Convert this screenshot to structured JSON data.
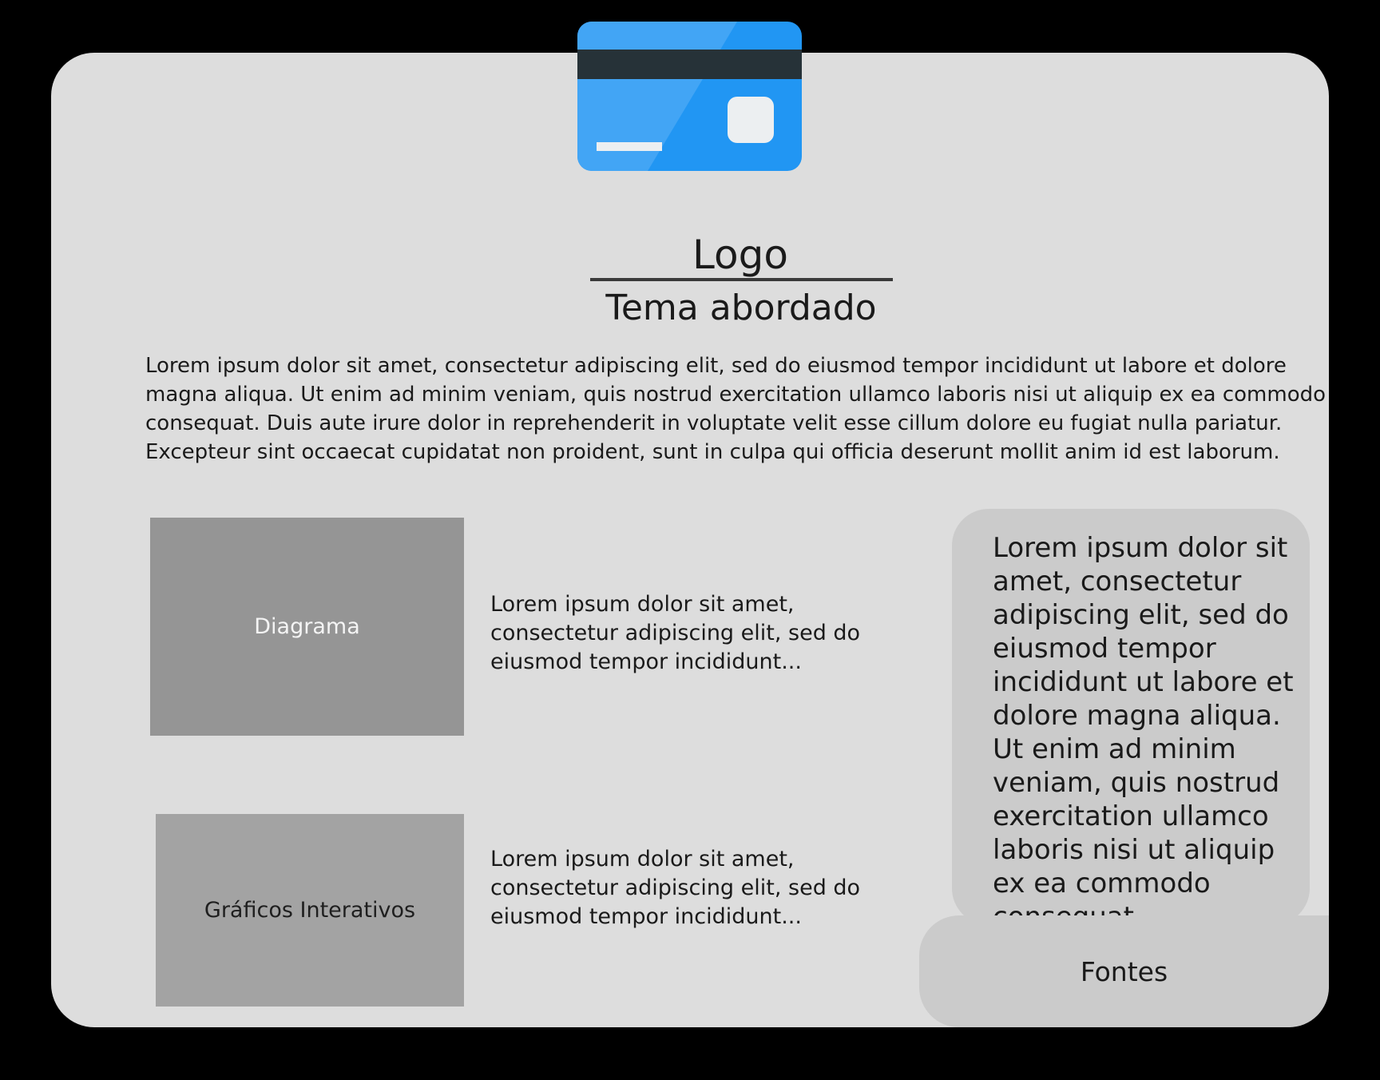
{
  "header": {
    "logo_label": "Logo",
    "logo_icon": "credit-card-icon",
    "subtitle": "Tema abordado"
  },
  "intro": {
    "text": "Lorem ipsum dolor sit amet, consectetur adipiscing elit, sed do eiusmod tempor incididunt ut labore et dolore magna aliqua. Ut enim ad minim veniam, quis nostrud exercitation ullamco laboris nisi ut aliquip ex ea commodo consequat. Duis aute irure dolor in reprehenderit in voluptate velit esse cillum dolore eu fugiat nulla pariatur. Excepteur sint occaecat cupidatat non proident, sunt in culpa qui officia deserunt mollit anim id est laborum."
  },
  "media": [
    {
      "label": "Diagrama",
      "description": "Lorem ipsum dolor sit amet, consectetur adipiscing elit, sed do eiusmod tempor incididunt..."
    },
    {
      "label": "Gráficos Interativos",
      "description": "Lorem ipsum dolor sit amet, consectetur adipiscing elit, sed do eiusmod tempor incididunt..."
    }
  ],
  "side_card": {
    "text": "Lorem ipsum dolor sit amet, consectetur adipiscing elit, sed do eiusmod tempor incididunt ut labore et dolore magna aliqua. Ut enim ad minim veniam, quis nostrud exercitation ullamco laboris nisi ut aliquip ex ea commodo consequat"
  },
  "sources": {
    "label": "Fontes"
  },
  "colors": {
    "background": "#000000",
    "panel": "#dddddd",
    "card": "#cbcbcb",
    "diagram_box": "#959595",
    "charts_box": "#a3a3a3",
    "icon_blue_dark": "#2196f3",
    "icon_blue_light": "#42a5f5",
    "icon_stripe": "#263238",
    "icon_chip": "#eceff1"
  }
}
